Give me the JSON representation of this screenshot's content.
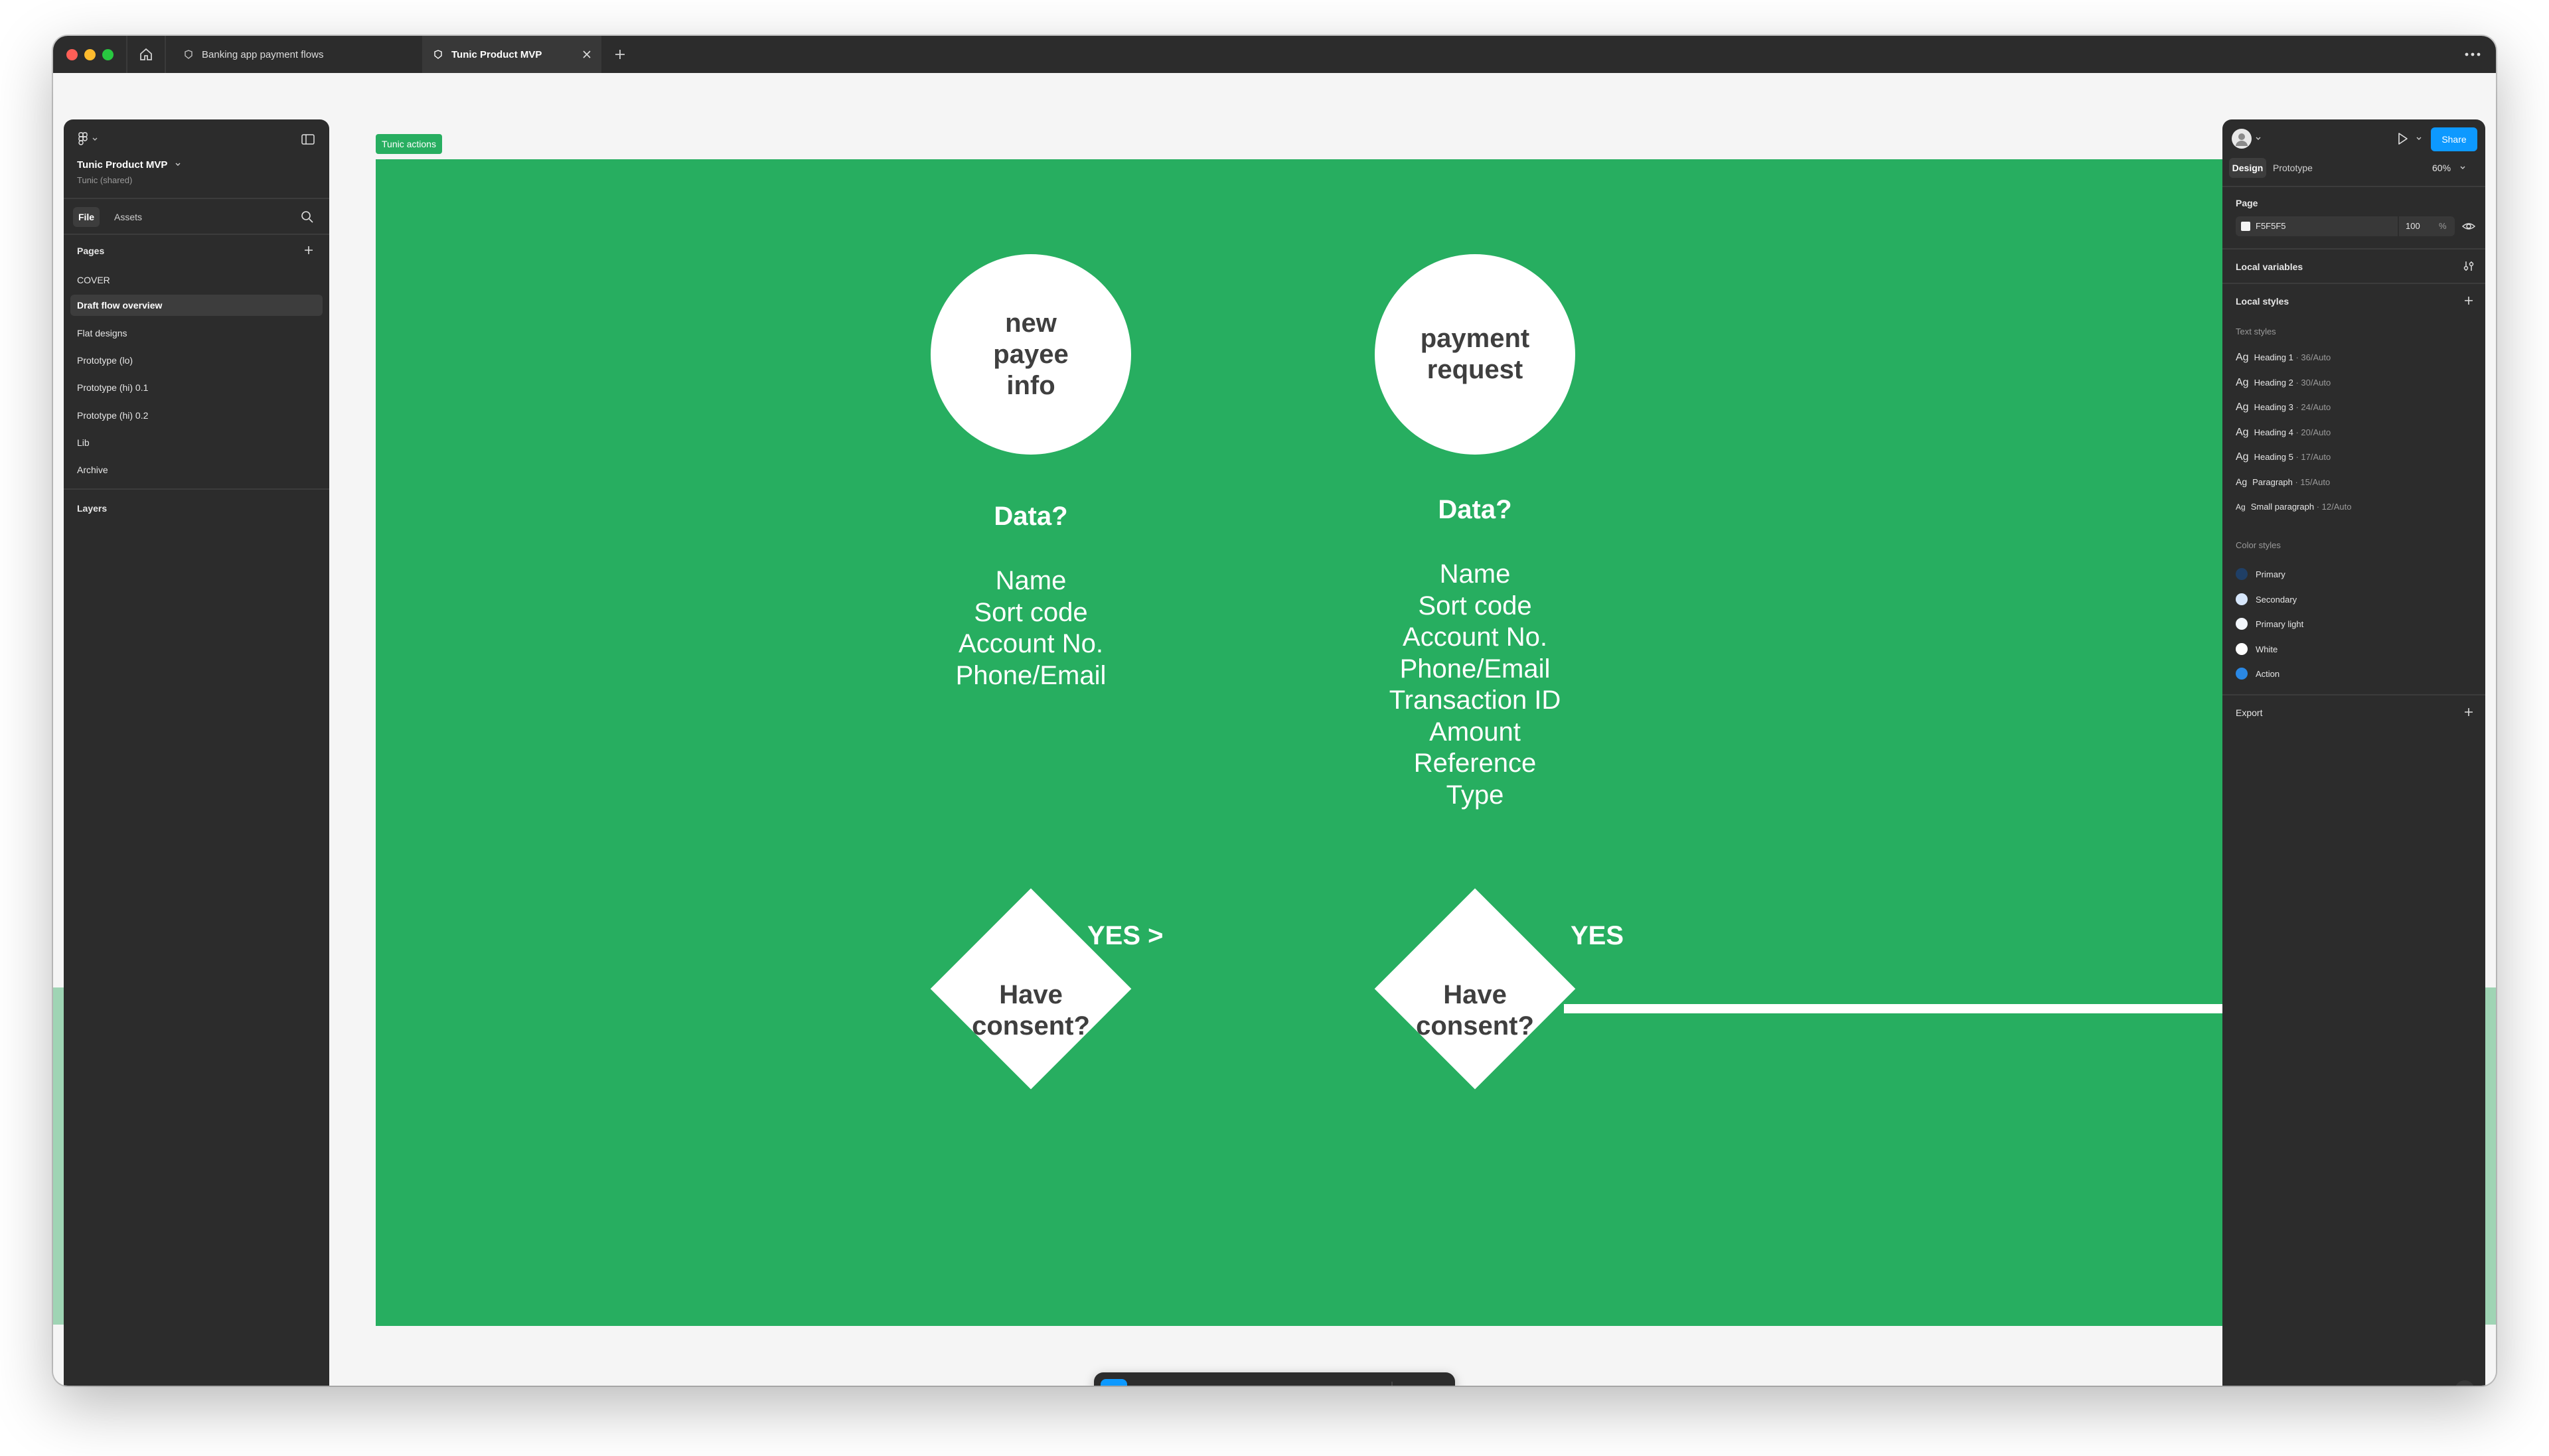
{
  "window": {
    "tabs": [
      {
        "label": "Banking app payment flows"
      },
      {
        "label": "Tunic Product MVP"
      }
    ]
  },
  "canvas": {
    "frame_label": "Tunic actions",
    "background": "#F5F5F5",
    "frame_color": "#27AE60",
    "node1": {
      "circle": "new\npayee\ninfo",
      "data_title": "Data?",
      "data_items": [
        "Name",
        "Sort code",
        "Account No.",
        "Phone/Email"
      ],
      "decision": "Have\nconsent?",
      "yes": "YES >"
    },
    "node2": {
      "circle": "payment\nrequest",
      "data_title": "Data?",
      "data_items": [
        "Name",
        "Sort code",
        "Account No.",
        "Phone/Email",
        "Transaction ID",
        "Amount",
        "Reference",
        "Type"
      ],
      "decision": "Have\nconsent?",
      "yes": "YES"
    }
  },
  "left_panel": {
    "file_name": "Tunic Product MVP",
    "team": "Tunic (shared)",
    "tabs": [
      "File",
      "Assets"
    ],
    "pages_title": "Pages",
    "pages": [
      "COVER",
      "Draft flow overview",
      "Flat designs",
      "Prototype (lo)",
      "Prototype (hi) 0.1",
      "Prototype (hi) 0.2",
      "Lib",
      "Archive"
    ],
    "selected_page": 1,
    "layers_title": "Layers"
  },
  "right_panel": {
    "share_label": "Share",
    "tabs": [
      "Design",
      "Prototype"
    ],
    "zoom": "60%",
    "page_title": "Page",
    "page_color": "F5F5F5",
    "page_opacity": "100",
    "percent": "%",
    "local_variables": "Local variables",
    "local_styles": "Local styles",
    "text_styles_title": "Text styles",
    "text_styles": [
      {
        "name": "Heading 1",
        "spec": " · 36/Auto"
      },
      {
        "name": "Heading 2",
        "spec": " · 30/Auto"
      },
      {
        "name": "Heading 3",
        "spec": " · 24/Auto"
      },
      {
        "name": "Heading 4",
        "spec": " · 20/Auto"
      },
      {
        "name": "Heading 5",
        "spec": " · 17/Auto"
      },
      {
        "name": "Paragraph",
        "spec": " · 15/Auto"
      },
      {
        "name": "Small paragraph",
        "spec": " · 12/Auto"
      }
    ],
    "color_styles_title": "Color styles",
    "color_styles": [
      {
        "name": "Primary",
        "color": "#1F3F66"
      },
      {
        "name": "Secondary",
        "color": "#D7E7FB"
      },
      {
        "name": "Primary light",
        "color": "#F2F6FB"
      },
      {
        "name": "White",
        "color": "#FFFFFF"
      },
      {
        "name": "Action",
        "color": "#2A88E4"
      }
    ],
    "export": "Export",
    "help": "?",
    "accent": "#0D99FF"
  }
}
